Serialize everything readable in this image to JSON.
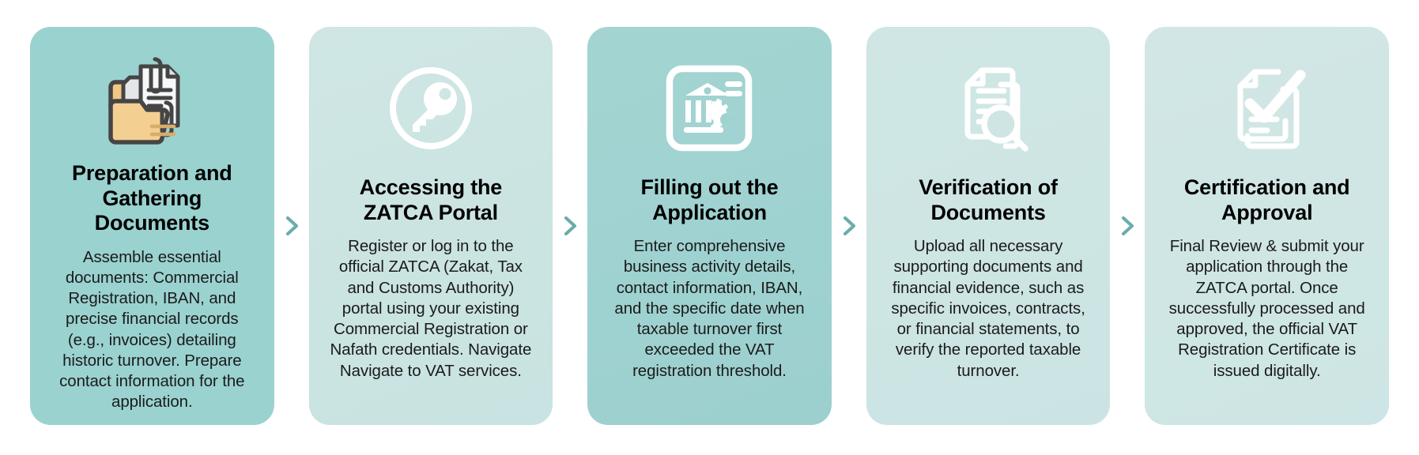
{
  "flow": {
    "connector_icon": "chevron-right-icon",
    "connector_color": "#6aadab",
    "background": "#ffffff",
    "steps": [
      {
        "index": 1,
        "icon": "folder-documents-paperclip-icon",
        "title": "Preparation and Gathering Documents",
        "body": "Assemble essential documents: Commercial Registration, IBAN, and precise financial records (e.g., invoices) detailing historic turnover. Prepare contact information for the application.",
        "card_color": "#9ad2d0"
      },
      {
        "index": 2,
        "icon": "key-in-circle-icon",
        "title": "Accessing the ZATCA Portal",
        "body": "Register or log in to the official ZATCA (Zakat, Tax and Customs Authority) portal using your existing Commercial Registration or Nafath credentials. Navigate Navigate to VAT services.",
        "card_color": "#cee5e3"
      },
      {
        "index": 3,
        "icon": "bank-form-gear-icon",
        "title": "Filling out the Application",
        "body": "Enter comprehensive business activity details, contact information, IBAN, and the specific date when taxable turnover first exceeded the VAT registration threshold.",
        "card_color": "#9fd2d0"
      },
      {
        "index": 4,
        "icon": "document-magnifier-icon",
        "title": "Verification of Documents",
        "body": "Upload all necessary supporting documents and financial evidence, such as specific invoices, contracts, or financial statements, to verify the reported taxable turnover.",
        "card_color": "#cee5e3"
      },
      {
        "index": 5,
        "icon": "document-checkmark-icon",
        "title": "Certification and Approval",
        "body": "Final Review & submit your application through the ZATCA portal. Once successfully processed and approved, the official VAT Registration Certificate is issued digitally.",
        "card_color": "#d1e7e5"
      }
    ]
  }
}
